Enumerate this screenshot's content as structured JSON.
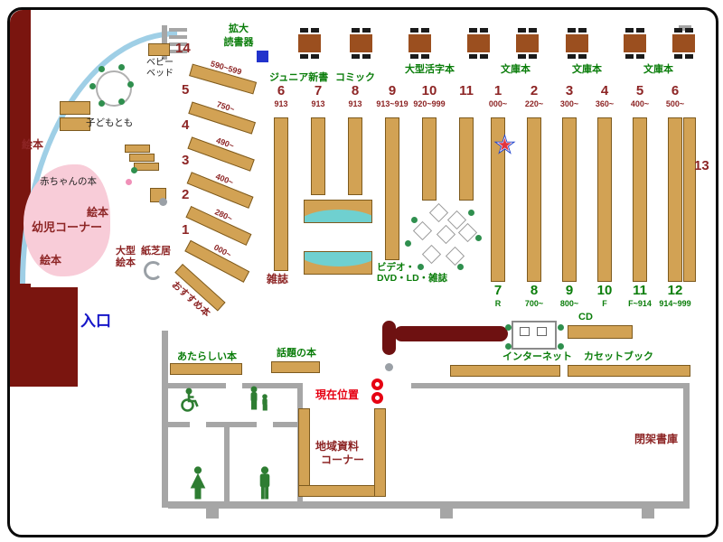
{
  "colors": {
    "shelf": "#d2a254",
    "entrance_wall": "#7a150f",
    "arc_blue": "#9fcfe6",
    "kids_pink": "#f8ccd8",
    "accent_green": "#0a7d0a",
    "accent_maroon": "#8d2525",
    "entrance_blue": "#1515c8",
    "current_red": "#e60012"
  },
  "top": {
    "magnifier_line1": "拡大",
    "magnifier_line2": "読書器",
    "junior_shinsho": "ジュニア新書",
    "comic": "コミック",
    "large_print": "大型活字本",
    "bunko_1": "文庫本",
    "bunko_2": "文庫本",
    "bunko_3": "文庫本"
  },
  "left_columns": [
    {
      "num": "6",
      "range": "913"
    },
    {
      "num": "7",
      "range": "913"
    },
    {
      "num": "8",
      "range": "913"
    },
    {
      "num": "9",
      "range": "913~919"
    },
    {
      "num": "10",
      "range": "920~999"
    },
    {
      "num": "11",
      "range": ""
    }
  ],
  "right_columns": [
    {
      "num": "1",
      "range": "000~"
    },
    {
      "num": "2",
      "range": "220~"
    },
    {
      "num": "3",
      "range": "300~"
    },
    {
      "num": "4",
      "range": "360~"
    },
    {
      "num": "5",
      "range": "400~"
    },
    {
      "num": "6",
      "range": "500~"
    }
  ],
  "bottom_columns": [
    {
      "num": "7",
      "range": "R"
    },
    {
      "num": "8",
      "range": "700~"
    },
    {
      "num": "9",
      "range": "800~"
    },
    {
      "num": "10",
      "range": "F"
    },
    {
      "num": "11",
      "range": "F~914"
    },
    {
      "num": "12",
      "range": "914~999"
    }
  ],
  "diagonal_shelves": [
    {
      "num": "14",
      "range": "590~599"
    },
    {
      "num": "5",
      "range": "750~"
    },
    {
      "num": "4",
      "range": "490~"
    },
    {
      "num": "3",
      "range": "400~"
    },
    {
      "num": "2",
      "range": "280~"
    },
    {
      "num": "1",
      "range": "000~"
    }
  ],
  "shelf_13": "13",
  "center": {
    "magazines": "雑誌",
    "video_line1": "ビデオ・",
    "video_line2": "DVD・LD・雑誌"
  },
  "services": {
    "cd": "CD",
    "internet": "インターネット",
    "cassette_book": "カセットブック",
    "new_books": "あたらしい本",
    "topic_books": "話題の本"
  },
  "kids": {
    "ehon_1": "絵本",
    "ehon_2": "絵本",
    "ehon_3": "絵本",
    "infant_corner": "幼児コーナー",
    "baby_books": "赤ちゃんの本",
    "kodomotomo": "子どもとも",
    "baby_bed_1": "ベビー",
    "baby_bed_2": "ベッド",
    "large_ehon_1": "大型",
    "large_ehon_2": "絵本",
    "kamishibai": "紙芝居",
    "recommended": "おすすめ本"
  },
  "rooms": {
    "local_1": "地域資料",
    "local_2": "コーナー",
    "closed_stacks": "閉架書庫"
  },
  "markers": {
    "entrance": "入口",
    "current_location": "現在位置"
  }
}
